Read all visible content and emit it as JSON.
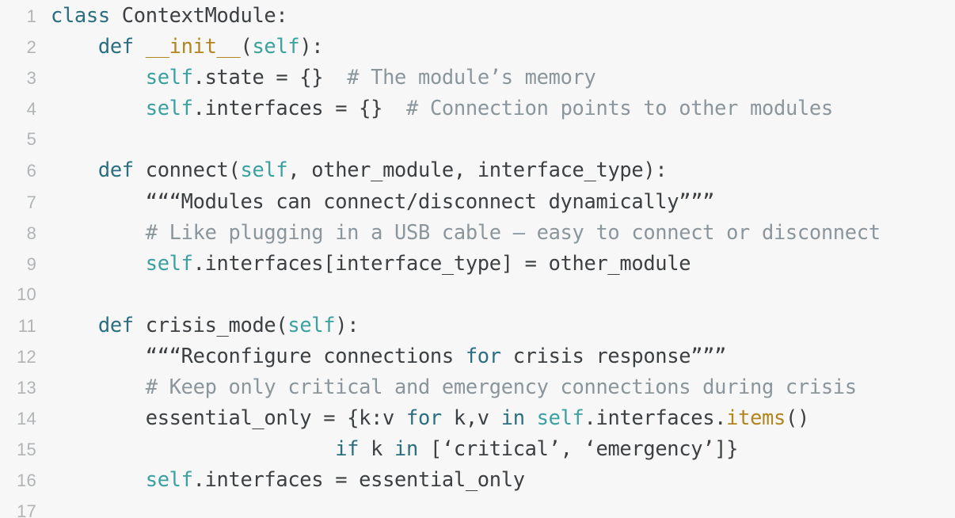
{
  "editor": {
    "background": "#f7f7f7",
    "gutter_color": "#b0b4b6",
    "default_text_color": "#3c4043",
    "language": "python",
    "first_visible_line": 1,
    "last_visible_line": 17
  },
  "palette": {
    "keyword": "#2b6e82",
    "self": "#3aa0a0",
    "function": "#b3851f",
    "comment": "#8b969c",
    "plain": "#3c4043"
  },
  "lines": [
    {
      "number": "1",
      "text": "class ContextModule:",
      "tokens": [
        {
          "t": "class",
          "c": "kw"
        },
        {
          "t": " ContextModule:",
          "c": "plain"
        }
      ]
    },
    {
      "number": "2",
      "text": "    def __init__(self):",
      "tokens": [
        {
          "t": "    ",
          "c": "plain"
        },
        {
          "t": "def",
          "c": "kw"
        },
        {
          "t": " ",
          "c": "plain"
        },
        {
          "t": "__init__",
          "c": "fn"
        },
        {
          "t": "(",
          "c": "plain"
        },
        {
          "t": "self",
          "c": "self"
        },
        {
          "t": "):",
          "c": "plain"
        }
      ]
    },
    {
      "number": "3",
      "text": "        self.state = {}  # The module’s memory",
      "tokens": [
        {
          "t": "        ",
          "c": "plain"
        },
        {
          "t": "self",
          "c": "self"
        },
        {
          "t": ".state = {}  ",
          "c": "plain"
        },
        {
          "t": "# The module’s memory",
          "c": "comment"
        }
      ]
    },
    {
      "number": "4",
      "text": "        self.interfaces = {}  # Connection points to other modules",
      "tokens": [
        {
          "t": "        ",
          "c": "plain"
        },
        {
          "t": "self",
          "c": "self"
        },
        {
          "t": ".interfaces = {}  ",
          "c": "plain"
        },
        {
          "t": "# Connection points to other modules",
          "c": "comment"
        }
      ]
    },
    {
      "number": "5",
      "text": "",
      "tokens": []
    },
    {
      "number": "6",
      "text": "    def connect(self, other_module, interface_type):",
      "tokens": [
        {
          "t": "    ",
          "c": "plain"
        },
        {
          "t": "def",
          "c": "kw"
        },
        {
          "t": " connect(",
          "c": "plain"
        },
        {
          "t": "self",
          "c": "self"
        },
        {
          "t": ", other_module, interface_type):",
          "c": "plain"
        }
      ]
    },
    {
      "number": "7",
      "text": "        “““Modules can connect/disconnect dynamically”””",
      "tokens": [
        {
          "t": "        “““Modules can connect/disconnect dynamically”””",
          "c": "plain"
        }
      ]
    },
    {
      "number": "8",
      "text": "        # Like plugging in a USB cable — easy to connect or disconnect",
      "tokens": [
        {
          "t": "        ",
          "c": "plain"
        },
        {
          "t": "# Like plugging in a USB cable — easy to connect or disconnect",
          "c": "comment"
        }
      ]
    },
    {
      "number": "9",
      "text": "        self.interfaces[interface_type] = other_module",
      "tokens": [
        {
          "t": "        ",
          "c": "plain"
        },
        {
          "t": "self",
          "c": "self"
        },
        {
          "t": ".interfaces[interface_type] = other_module",
          "c": "plain"
        }
      ]
    },
    {
      "number": "10",
      "text": "",
      "tokens": []
    },
    {
      "number": "11",
      "text": "    def crisis_mode(self):",
      "tokens": [
        {
          "t": "    ",
          "c": "plain"
        },
        {
          "t": "def",
          "c": "kw"
        },
        {
          "t": " crisis_mode(",
          "c": "plain"
        },
        {
          "t": "self",
          "c": "self"
        },
        {
          "t": "):",
          "c": "plain"
        }
      ]
    },
    {
      "number": "12",
      "text": "        “““Reconfigure connections for crisis response”””",
      "tokens": [
        {
          "t": "        “““Reconfigure connections ",
          "c": "plain"
        },
        {
          "t": "for",
          "c": "kw"
        },
        {
          "t": " crisis response”””",
          "c": "plain"
        }
      ]
    },
    {
      "number": "13",
      "text": "        # Keep only critical and emergency connections during crisis",
      "tokens": [
        {
          "t": "        ",
          "c": "plain"
        },
        {
          "t": "# Keep only critical and emergency connections during crisis",
          "c": "comment"
        }
      ]
    },
    {
      "number": "14",
      "text": "        essential_only = {k:v for k,v in self.interfaces.items()",
      "tokens": [
        {
          "t": "        essential_only = {k:v ",
          "c": "plain"
        },
        {
          "t": "for",
          "c": "kw"
        },
        {
          "t": " k,v ",
          "c": "plain"
        },
        {
          "t": "in",
          "c": "kw"
        },
        {
          "t": " ",
          "c": "plain"
        },
        {
          "t": "self",
          "c": "self"
        },
        {
          "t": ".interfaces.",
          "c": "plain"
        },
        {
          "t": "items",
          "c": "fn"
        },
        {
          "t": "()",
          "c": "plain"
        }
      ]
    },
    {
      "number": "15",
      "text": "                        if k in [‘critical’, ‘emergency’]}",
      "tokens": [
        {
          "t": "                        ",
          "c": "plain"
        },
        {
          "t": "if",
          "c": "kw"
        },
        {
          "t": " k ",
          "c": "plain"
        },
        {
          "t": "in",
          "c": "kw"
        },
        {
          "t": " [‘critical’, ‘emergency’]}",
          "c": "plain"
        }
      ]
    },
    {
      "number": "16",
      "text": "        self.interfaces = essential_only",
      "tokens": [
        {
          "t": "        ",
          "c": "plain"
        },
        {
          "t": "self",
          "c": "self"
        },
        {
          "t": ".interfaces = essential_only",
          "c": "plain"
        }
      ]
    },
    {
      "number": "17",
      "text": "",
      "tokens": []
    }
  ]
}
